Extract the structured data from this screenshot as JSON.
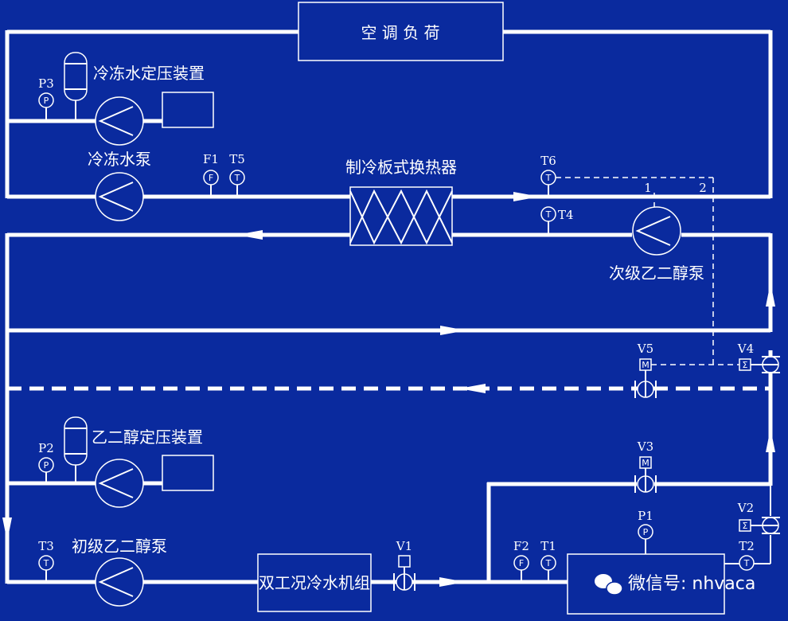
{
  "colors": {
    "background": "#0a2a9e",
    "lines": "#ffffff"
  },
  "labels": {
    "ac_load": "空 调 负 荷",
    "chw_pressurization": "冷冻水定压装置",
    "chw_pump": "冷冻水泵",
    "plate_hx": "制冷板式换热器",
    "secondary_pump": "次级乙二醇泵",
    "glycol_pressurization": "乙二醇定压装置",
    "primary_pump": "初级乙二醇泵",
    "chiller": "双工况冷水机组"
  },
  "tags": {
    "P3": "P3",
    "P2": "P2",
    "P1": "P1",
    "F1": "F1",
    "F2": "F2",
    "T1": "T1",
    "T2": "T2",
    "T3": "T3",
    "T4": "T4",
    "T5": "T5",
    "T6": "T6",
    "V1": "V1",
    "V2": "V2",
    "V3": "V3",
    "V4": "V4",
    "V5": "V5",
    "port1": "1",
    "port2": "2"
  },
  "symbols": {
    "pressure": "P",
    "flow": "F",
    "temperature": "T",
    "motor": "M",
    "actuator": "Σ"
  },
  "watermark": "微信号: nhvaca",
  "icons": {
    "watermark_logo": "wechat-icon"
  }
}
